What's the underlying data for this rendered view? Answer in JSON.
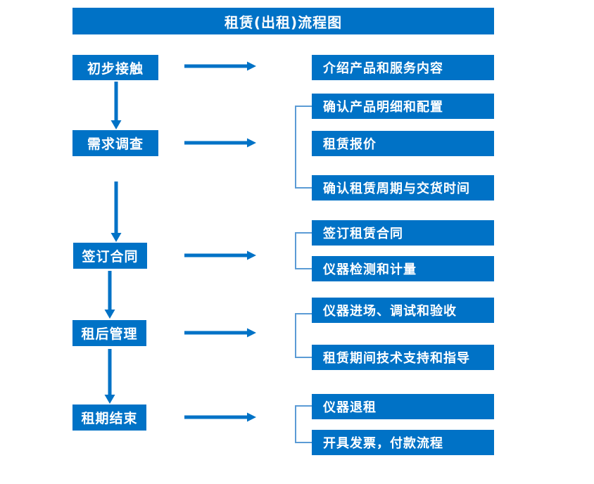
{
  "diagram": {
    "title": "租赁(出租)流程图",
    "colors": {
      "box_fill": "#0072c6",
      "box_text": "#ffffff",
      "arrow": "#0072c6",
      "bracket": "#5b9bd5",
      "background": "#ffffff"
    },
    "stages": [
      {
        "id": "stage-1",
        "label": "初步接触"
      },
      {
        "id": "stage-2",
        "label": "需求调查"
      },
      {
        "id": "stage-3",
        "label": "签订合同"
      },
      {
        "id": "stage-4",
        "label": "租后管理"
      },
      {
        "id": "stage-5",
        "label": "租期结束"
      }
    ],
    "groups": [
      {
        "id": "group-1",
        "stage": "初步接触",
        "bracketed": false,
        "items": [
          {
            "label": "介绍产品和服务内容"
          }
        ]
      },
      {
        "id": "group-2",
        "stage": "需求调查",
        "bracketed": true,
        "items": [
          {
            "label": "确认产品明细和配置"
          },
          {
            "label": "租赁报价"
          },
          {
            "label": "确认租赁周期与交货时间"
          }
        ]
      },
      {
        "id": "group-3",
        "stage": "签订合同",
        "bracketed": true,
        "items": [
          {
            "label": "签订租赁合同"
          },
          {
            "label": "仪器检测和计量"
          }
        ]
      },
      {
        "id": "group-4",
        "stage": "租后管理",
        "bracketed": true,
        "items": [
          {
            "label": "仪器进场、调试和验收"
          },
          {
            "label": "租赁期间技术支持和指导"
          }
        ]
      },
      {
        "id": "group-5",
        "stage": "租期结束",
        "bracketed": true,
        "items": [
          {
            "label": "仪器退租"
          },
          {
            "label": "开具发票，付款流程"
          }
        ]
      }
    ],
    "connectors": {
      "horizontal_arrow_name": "arrow-right",
      "vertical_arrow_name": "arrow-down",
      "bracket_name": "group-bracket"
    }
  }
}
